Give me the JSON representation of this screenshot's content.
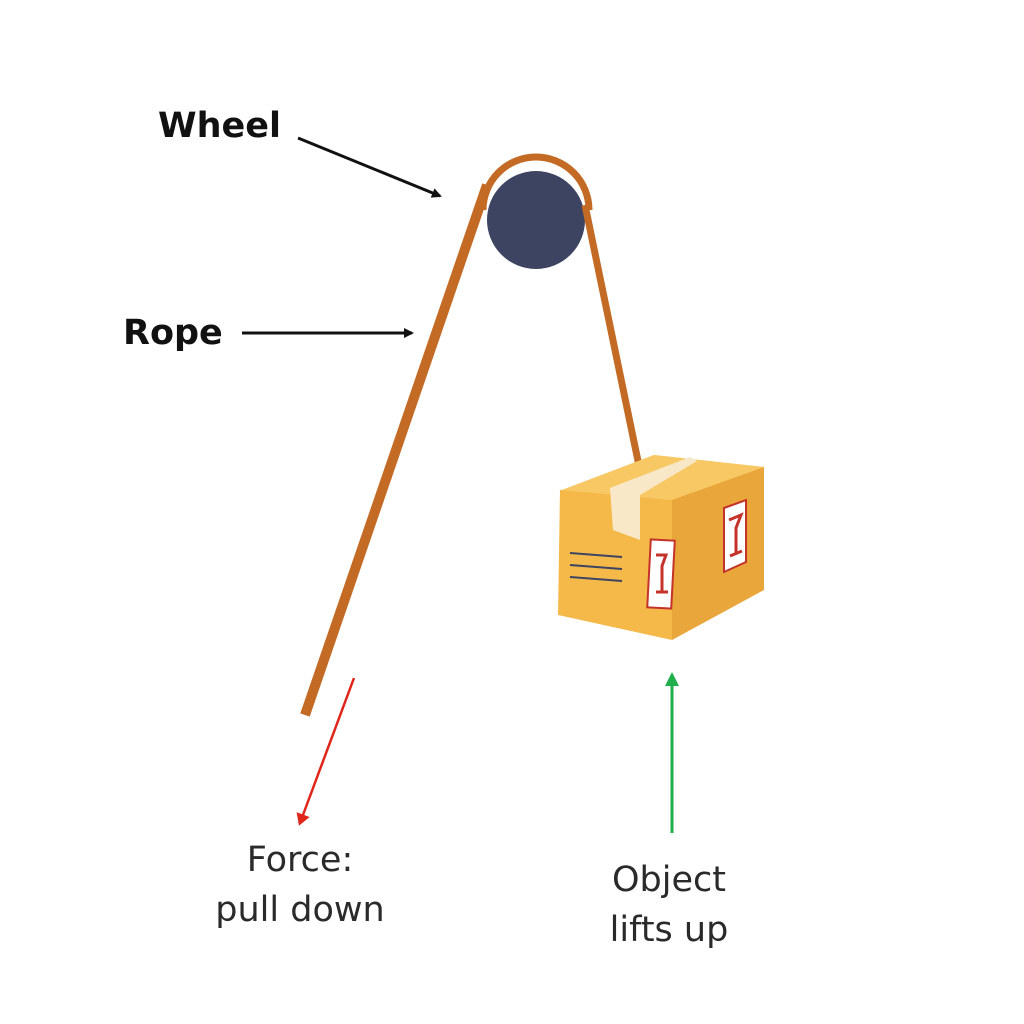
{
  "labels": {
    "wheel": "Wheel",
    "rope": "Rope",
    "force_line1": "Force:",
    "force_line2": "pull down",
    "object_line1": "Object",
    "object_line2": "lifts up"
  },
  "colors": {
    "wheel": "#3d4461",
    "rope": "#c36a25",
    "box_front": "#f5b94a",
    "box_side": "#e9a63a",
    "box_top": "#f8c865",
    "tape": "#f8e8c8",
    "sticker_red": "#c4322a",
    "pointer_arrow": "#111111",
    "force_arrow": "#e0261b",
    "lift_arrow": "#1fb04b"
  }
}
